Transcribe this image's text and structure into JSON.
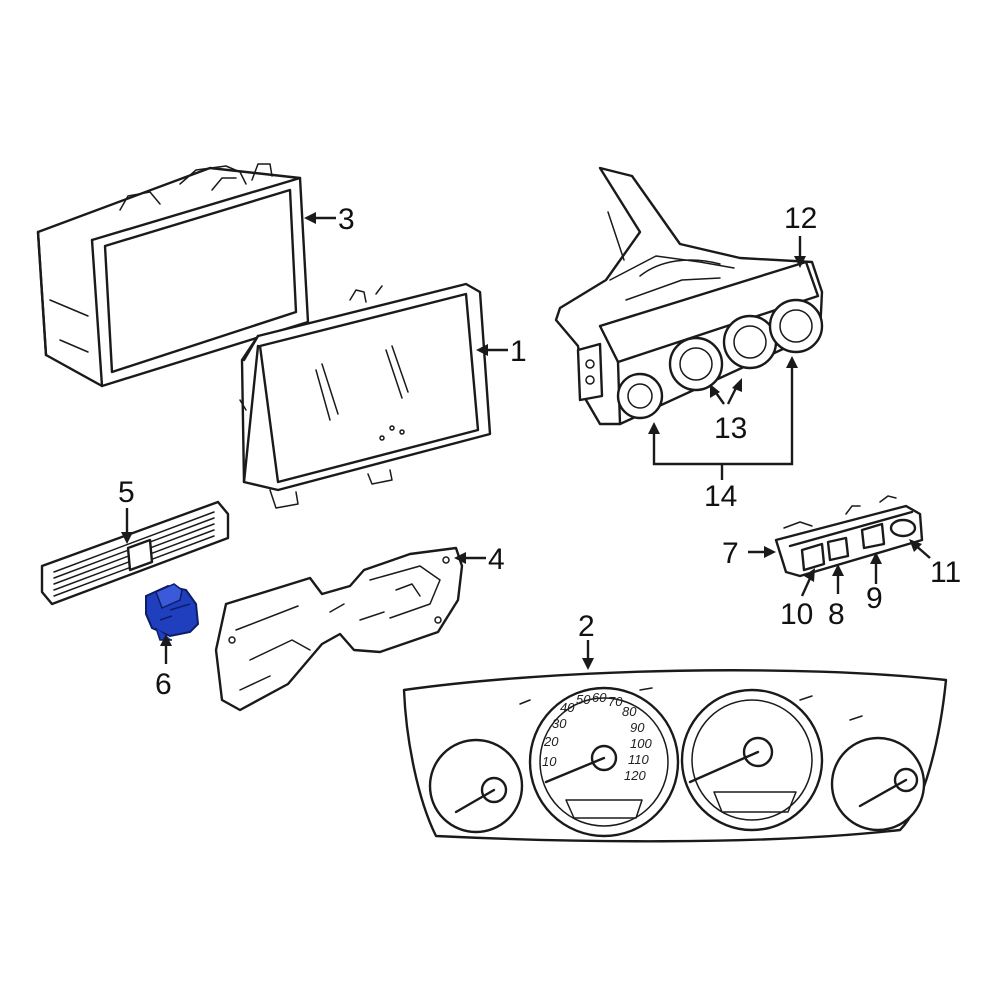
{
  "callouts": {
    "c1": "1",
    "c2": "2",
    "c3": "3",
    "c4": "4",
    "c5": "5",
    "c6": "6",
    "c7": "7",
    "c8": "8",
    "c9": "9",
    "c10": "10",
    "c11": "11",
    "c12": "12",
    "c13": "13",
    "c14": "14"
  },
  "speedometer_ticks": [
    "10",
    "20",
    "30",
    "40",
    "50",
    "60",
    "70",
    "80",
    "90",
    "100",
    "110",
    "120"
  ],
  "colors": {
    "highlight": "#1f3fbf",
    "line": "#1a1a1a",
    "background": "#ffffff"
  },
  "highlighted_part": "6"
}
